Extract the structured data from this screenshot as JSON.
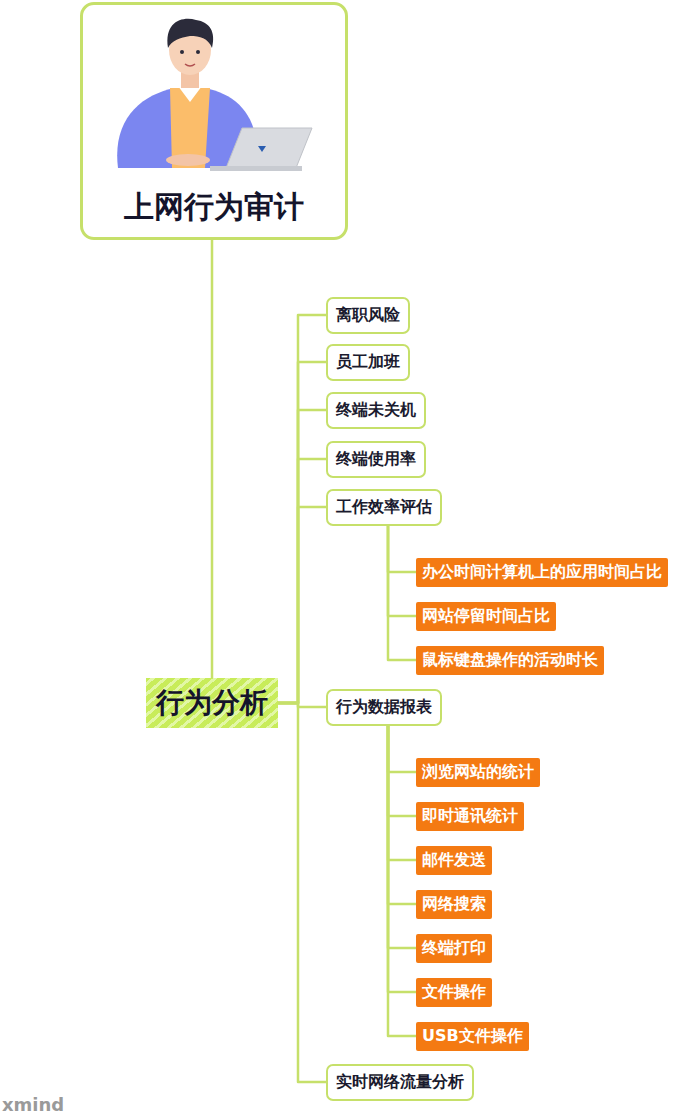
{
  "diagram": {
    "nodes": [
      {
        "text": [
          "上网行为审计"
        ]
      },
      {
        "text": [
          "行为分析"
        ]
      },
      {
        "text": [
          "离职风险"
        ]
      },
      {
        "text": [
          "员工加班"
        ]
      },
      {
        "text": [
          "终端未关机"
        ]
      },
      {
        "text": [
          "终端使用率"
        ]
      },
      {
        "text": [
          "工作效率评估"
        ]
      },
      {
        "text": [
          "办公时间计算机上的应用时间占比"
        ]
      },
      {
        "text": [
          "网站停留时间占比"
        ]
      },
      {
        "text": [
          "鼠标键盘操作的活动时长"
        ]
      },
      {
        "text": [
          "行为数据报表"
        ]
      },
      {
        "text": [
          "浏览网站的统计"
        ]
      },
      {
        "text": [
          "即时通讯统计"
        ]
      },
      {
        "text": [
          "邮件发送"
        ]
      },
      {
        "text": [
          "网络搜索"
        ]
      },
      {
        "text": [
          "终端打印"
        ]
      },
      {
        "text": [
          "文件操作"
        ]
      },
      {
        "text": [
          "USB文件操作"
        ]
      },
      {
        "text": [
          "实时网络流量分析"
        ]
      }
    ],
    "edges": [
      {
        "from": 0,
        "to": 1,
        "arrow": "none"
      },
      {
        "from": 1,
        "to": 2,
        "arrow": "none"
      },
      {
        "from": 1,
        "to": 3,
        "arrow": "none"
      },
      {
        "from": 1,
        "to": 4,
        "arrow": "none"
      },
      {
        "from": 1,
        "to": 5,
        "arrow": "none"
      },
      {
        "from": 1,
        "to": 6,
        "arrow": "none"
      },
      {
        "from": 6,
        "to": 7,
        "arrow": "none"
      },
      {
        "from": 6,
        "to": 8,
        "arrow": "none"
      },
      {
        "from": 6,
        "to": 9,
        "arrow": "none"
      },
      {
        "from": 1,
        "to": 10,
        "arrow": "none"
      },
      {
        "from": 10,
        "to": 11,
        "arrow": "none"
      },
      {
        "from": 10,
        "to": 12,
        "arrow": "none"
      },
      {
        "from": 10,
        "to": 13,
        "arrow": "none"
      },
      {
        "from": 10,
        "to": 14,
        "arrow": "none"
      },
      {
        "from": 10,
        "to": 15,
        "arrow": "none"
      },
      {
        "from": 10,
        "to": 16,
        "arrow": "none"
      },
      {
        "from": 10,
        "to": 17,
        "arrow": "none"
      },
      {
        "from": 1,
        "to": 18,
        "arrow": "none"
      }
    ],
    "labels": [
      "xmind"
    ]
  }
}
